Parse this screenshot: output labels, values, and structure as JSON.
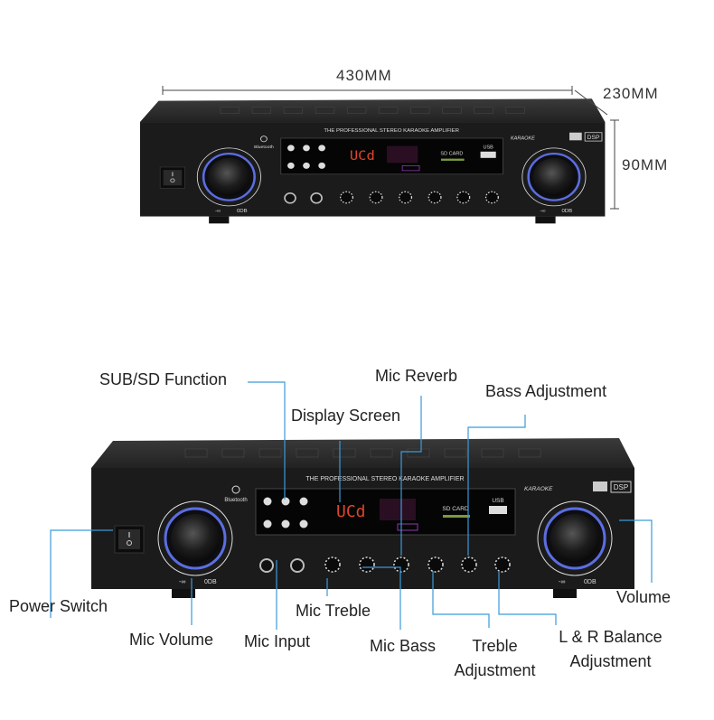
{
  "dimensions": {
    "width": "430MM",
    "depth": "230MM",
    "height": "90MM"
  },
  "panel": {
    "title": "THE PROFESSIONAL STEREO KARAOKE AMPLIFIER",
    "display_readout": "UCd",
    "sd_card": "SD CARD",
    "usb": "USB",
    "bluetooth": "Bluetooth",
    "karaoke": "KARAOKE",
    "dsp": "DSP",
    "knob_min": "-∞",
    "knob_max": "0DB"
  },
  "callouts": {
    "sub_sd": "SUB/SD Function",
    "mic_reverb": "Mic Reverb",
    "bass_adjustment": "Bass Adjustment",
    "display_screen": "Display Screen",
    "power_switch": "Power Switch",
    "volume": "Volume",
    "mic_treble": "Mic Treble",
    "mic_volume": "Mic Volume",
    "mic_input": "Mic Input",
    "mic_bass": "Mic Bass",
    "treble_adjustment": [
      "Treble",
      "Adjustment"
    ],
    "lr_balance": [
      "L & R Balance",
      "Adjustment"
    ]
  },
  "colors": {
    "callout_line": "#3b9ad9",
    "display_text": "#e0452a"
  }
}
